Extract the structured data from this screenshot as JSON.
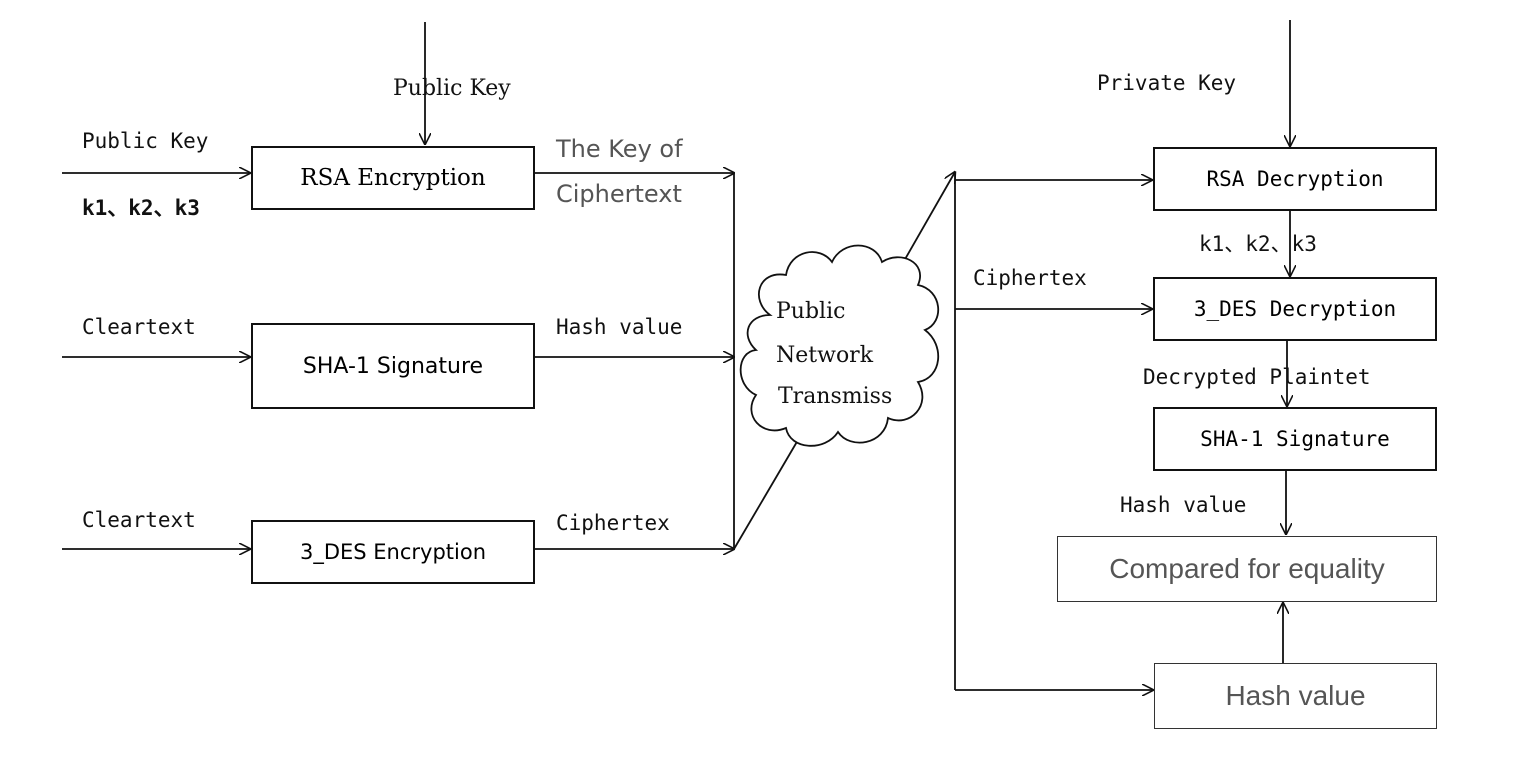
{
  "sender": {
    "rsa": {
      "box_label": "RSA Encryption",
      "top_input_label": "Public Key",
      "left_input_label_line1": "Public Key",
      "left_input_label_line2": "k1、k2、k3",
      "output_label_line1": "The Key of",
      "output_label_line2": "Ciphertext"
    },
    "sha": {
      "box_label": "SHA-1 Signature",
      "input_label": "Cleartext",
      "output_label": "Hash value"
    },
    "des": {
      "box_label": "3_DES Encryption",
      "input_label": "Cleartext",
      "output_label": "Ciphertex"
    }
  },
  "network": {
    "line1": "Public",
    "line2": "Network",
    "line3": "Transmiss"
  },
  "receiver": {
    "private_key_label": "Private Key",
    "rsa_box_label": "RSA Decryption",
    "keys_label": "k1、k2、k3",
    "ciphertext_label": "Ciphertex",
    "des_box_label": "3_DES Decryption",
    "plaintext_label": "Decrypted Plaintet",
    "sha_box_label": "SHA-1 Signature",
    "hash_label": "Hash value",
    "compare_box_label": "Compared for equality",
    "hash_box_label": "Hash value"
  }
}
